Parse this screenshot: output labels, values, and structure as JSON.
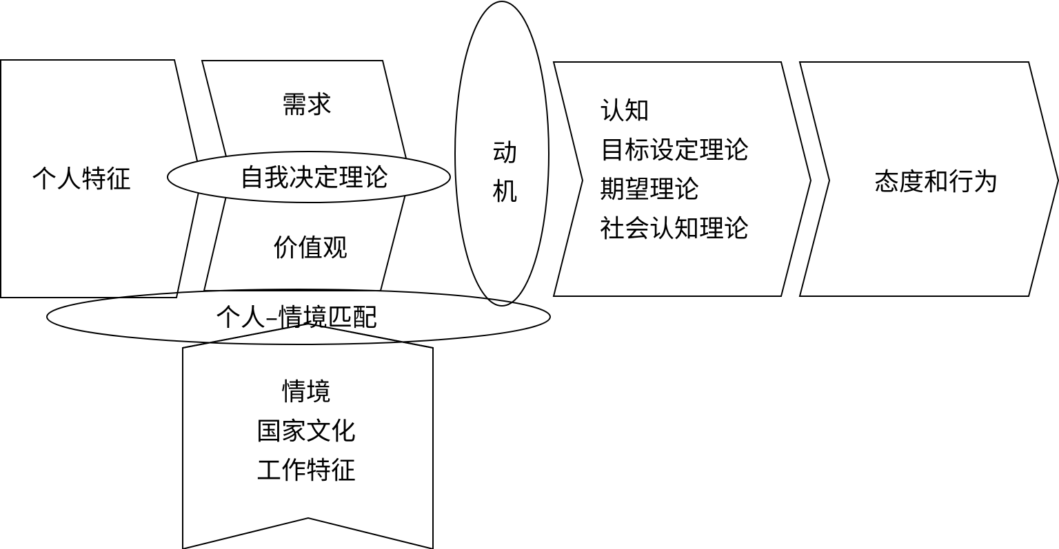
{
  "nodes": {
    "personal_traits": "个人特征",
    "needs": "需求",
    "values": "价值观",
    "self_determination": "自我决定理论",
    "motivation": [
      "动",
      "机"
    ],
    "cognition": [
      "认知",
      "目标设定理论",
      "期望理论",
      "社会认知理论"
    ],
    "attitude_behavior": "态度和行为",
    "person_situation_fit": "个人–情境匹配",
    "situation": [
      "情境",
      "国家文化",
      "工作特征"
    ]
  }
}
